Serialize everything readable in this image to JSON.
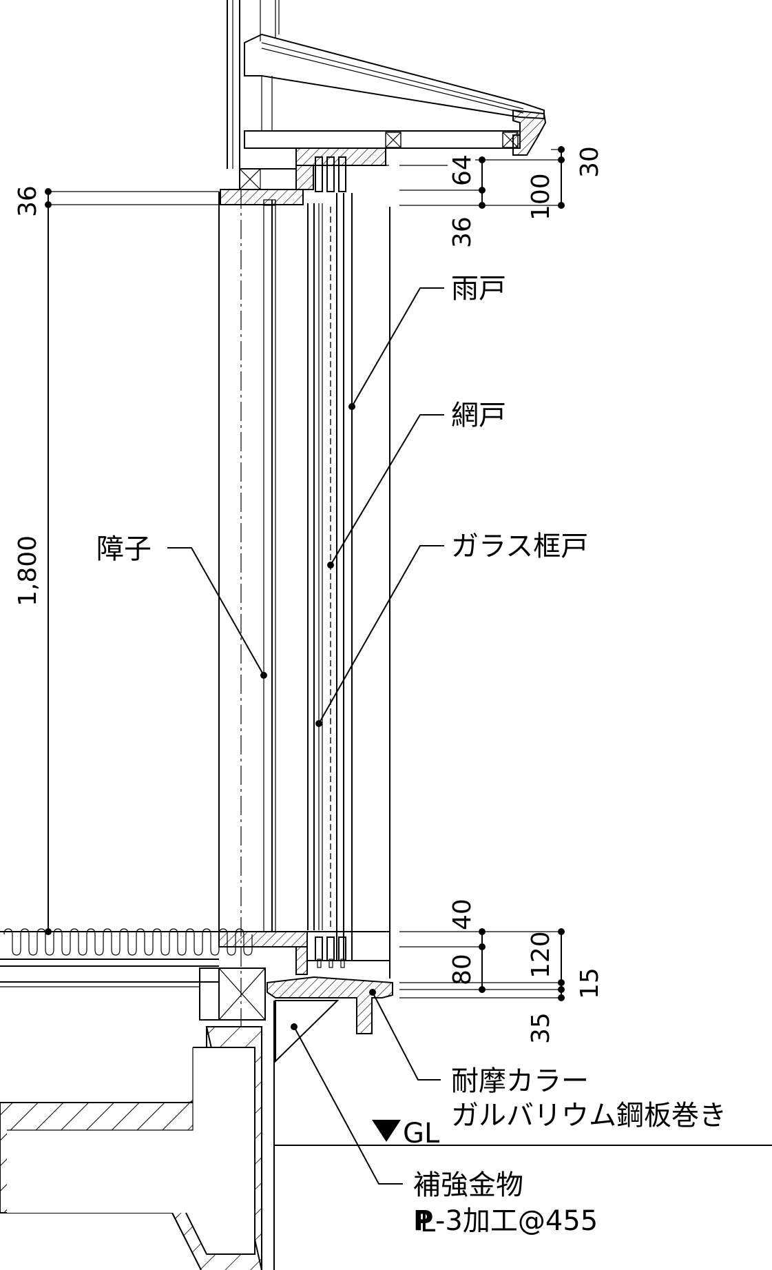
{
  "labels": {
    "amado": "雨戸",
    "amido": "網戸",
    "garasu": "ガラス框戸",
    "shoji": "障子",
    "taima_1": "耐摩カラー",
    "taima_2": "ガルバリウム鋼板巻き",
    "gl": "GL",
    "hokyo_1": "補強金物",
    "hokyo_2": "-3加工@455",
    "plate_symbol": "PL"
  },
  "dimensions": {
    "top_36": "36",
    "height_1800": "1,800",
    "upper_64": "64",
    "upper_100": "100",
    "upper_30": "30",
    "upper_36": "36",
    "lower_40": "40",
    "lower_120": "120",
    "lower_80": "80",
    "lower_15": "15",
    "lower_35": "35"
  }
}
